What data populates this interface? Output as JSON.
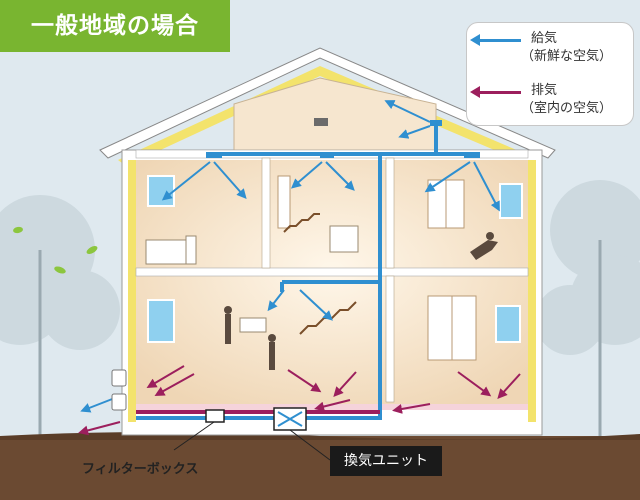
{
  "title": "一般地域の場合",
  "legend": {
    "supply": {
      "label": "給気",
      "sub": "（新鮮な空気）",
      "color": "#2f8fd0"
    },
    "exhaust": {
      "label": "排気",
      "sub": "（室内の空気）",
      "color": "#9c1f5d"
    }
  },
  "callouts": {
    "filter_box": "フィルターボックス",
    "vent_unit": "換気ユニット"
  },
  "colors": {
    "sky": "#dfe9ef",
    "ground": "#6b4a32",
    "insulation": "#f3e36c",
    "wall": "#ffffff",
    "interior": "#f4e3cc",
    "title_bg": "#79b530"
  }
}
